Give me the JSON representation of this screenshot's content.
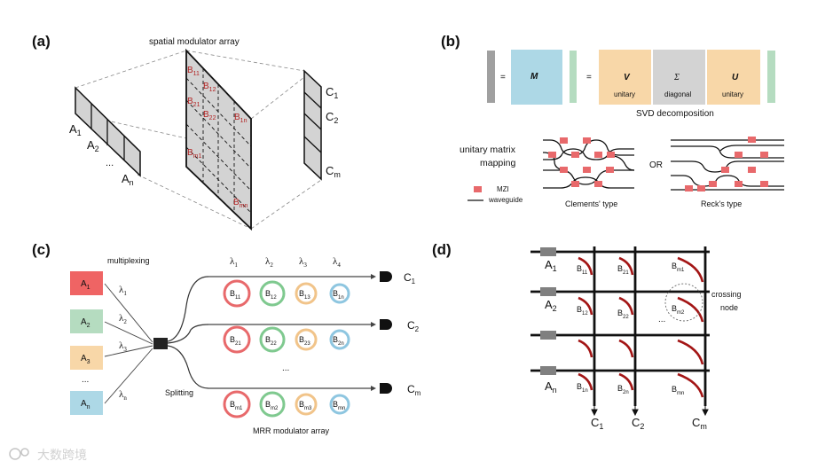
{
  "panel_a": {
    "label": "(a)",
    "title": "spatial modulator array",
    "inputs": [
      "A",
      "A",
      "A"
    ],
    "input_subs": [
      "1",
      "2",
      "n"
    ],
    "input_dots": "...",
    "outputs": [
      "C",
      "C",
      "C"
    ],
    "output_subs": [
      "1",
      "2",
      "m"
    ],
    "b_labels": [
      "B",
      "B",
      "B",
      "B",
      "B",
      "B"
    ],
    "b_subs": [
      "11",
      "12",
      "21",
      "22",
      "1n",
      "m1",
      "mn"
    ]
  },
  "panel_b": {
    "label": "(b)",
    "eq1": "=",
    "eq2": "=",
    "m_label": "M",
    "v_label": "V",
    "v_sub": "unitary",
    "sigma_label": "Σ",
    "sigma_sub": "diagonal",
    "u_label": "U",
    "u_sub": "unitary",
    "svd_caption": "SVD decomposition",
    "mapping_line1": "unitary matrix",
    "mapping_line2": "mapping",
    "legend_mzi": "MZI",
    "legend_waveguide": "waveguide",
    "clements_caption": "Clements' type",
    "or_label": "OR",
    "reck_caption": "Reck's type",
    "colors": {
      "gray": "#a0a0a0",
      "blue": "#add8e6",
      "green": "#b5dcc0",
      "orange": "#f8d7a8",
      "mid": "#d3d3d3",
      "mzi": "#e8696b"
    }
  },
  "panel_c": {
    "label": "(c)",
    "multiplexing": "multiplexing",
    "splitting": "Splitting",
    "array_caption": "MRR modulator array",
    "inputs": [
      {
        "name": "A",
        "sub": "1",
        "color": "#ef6464",
        "lambda_sub": "1"
      },
      {
        "name": "A",
        "sub": "2",
        "color": "#b5dcc0",
        "lambda_sub": "2"
      },
      {
        "name": "A",
        "sub": "3",
        "color": "#f8d7a8",
        "lambda_sub": "3"
      },
      {
        "name": "A",
        "sub": "n",
        "color": "#add8e6",
        "lambda_sub": "n"
      }
    ],
    "lambda_symbol": "λ",
    "top_lambda_subs": [
      "1",
      "2",
      "3",
      "4"
    ],
    "input_dots": "...",
    "row_dots": "...",
    "rows": [
      {
        "out": "C",
        "out_sub": "1",
        "rings": [
          "11",
          "12",
          "13",
          "1n"
        ]
      },
      {
        "out": "C",
        "out_sub": "2",
        "rings": [
          "21",
          "22",
          "23",
          "2n"
        ]
      },
      {
        "out": "C",
        "out_sub": "m",
        "rings": [
          "m1",
          "m2",
          "m3",
          "mn"
        ]
      }
    ],
    "ring_colors": [
      "#e8696b",
      "#7fc98f",
      "#f1c48a",
      "#8ec6e0"
    ]
  },
  "panel_d": {
    "label": "(d)",
    "inputs": [
      {
        "name": "A",
        "sub": "1"
      },
      {
        "name": "A",
        "sub": "2"
      },
      {
        "name": "A",
        "sub": "n"
      }
    ],
    "cells": [
      {
        "b": "B",
        "sub": "11"
      },
      {
        "b": "B",
        "sub": "21"
      },
      {
        "b": "B",
        "sub": "m1"
      },
      {
        "b": "B",
        "sub": "12"
      },
      {
        "b": "B",
        "sub": "22"
      },
      {
        "b": "B",
        "sub": "m2"
      },
      {
        "b": "B",
        "sub": "1n"
      },
      {
        "b": "B",
        "sub": "2n"
      },
      {
        "b": "B",
        "sub": "mn"
      }
    ],
    "outputs": [
      {
        "name": "C",
        "sub": "1"
      },
      {
        "name": "C",
        "sub": "2"
      },
      {
        "name": "C",
        "sub": "m"
      }
    ],
    "dots": "...",
    "crossing_line1": "crossing",
    "crossing_line2": "node"
  },
  "watermark": "大数跨境"
}
